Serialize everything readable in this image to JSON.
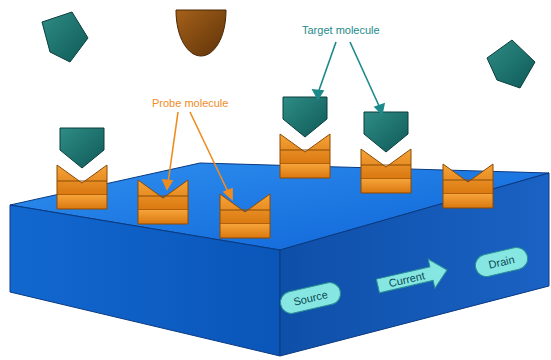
{
  "diagram": {
    "nodes": [
      {
        "text": [
          "Source"
        ]
      },
      {
        "text": [
          "Current"
        ]
      },
      {
        "text": [
          "Drain"
        ]
      }
    ],
    "labels": [
      "Target molecule",
      "Probe molecule"
    ]
  }
}
